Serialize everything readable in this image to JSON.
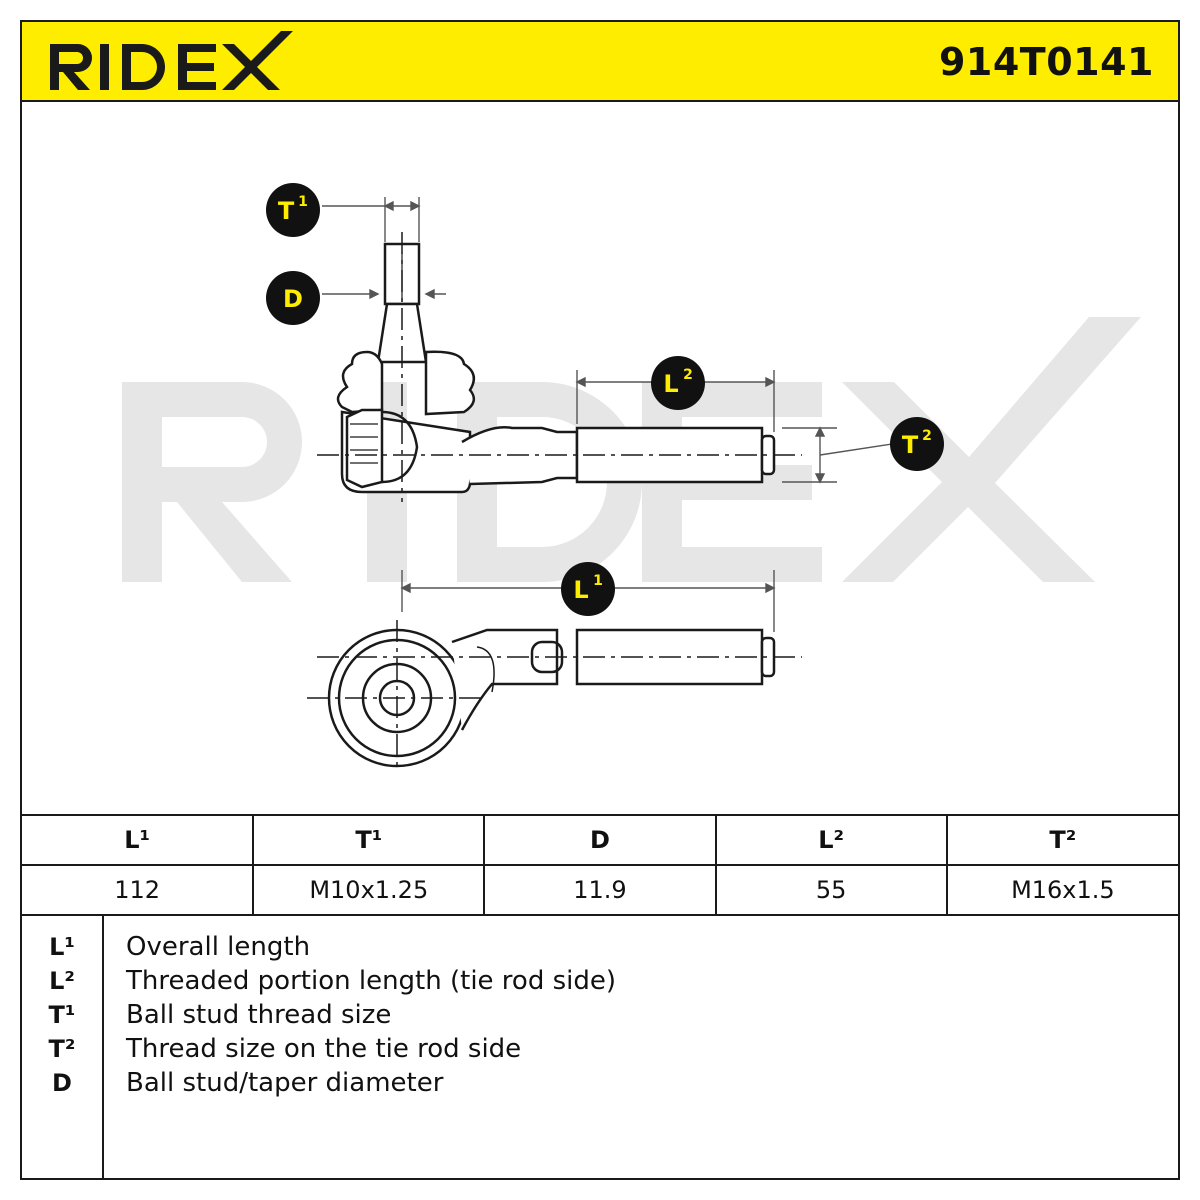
{
  "brand": "RIDEX",
  "part_number": "914T0141",
  "colors": {
    "accent": "#ffed00",
    "ink": "#1a1a1a",
    "watermark": "#e6e6e6"
  },
  "callouts": {
    "t1": {
      "letter": "T",
      "sup": "1"
    },
    "d": {
      "letter": "D",
      "sup": ""
    },
    "l2": {
      "letter": "L",
      "sup": "2"
    },
    "t2": {
      "letter": "T",
      "sup": "2"
    },
    "l1": {
      "letter": "L",
      "sup": "1"
    }
  },
  "spec_table": {
    "headers": [
      "L¹",
      "T¹",
      "D",
      "L²",
      "T²"
    ],
    "values": [
      "112",
      "M10x1.25",
      "11.9",
      "55",
      "M16x1.5"
    ]
  },
  "legend": [
    {
      "key": "L¹",
      "desc": "Overall length"
    },
    {
      "key": "L²",
      "desc": "Threaded portion length (tie rod side)"
    },
    {
      "key": "T¹",
      "desc": "Ball stud thread size"
    },
    {
      "key": "T²",
      "desc": "Thread size on the tie rod side"
    },
    {
      "key": "D",
      "desc": "Ball stud/taper diameter"
    }
  ]
}
